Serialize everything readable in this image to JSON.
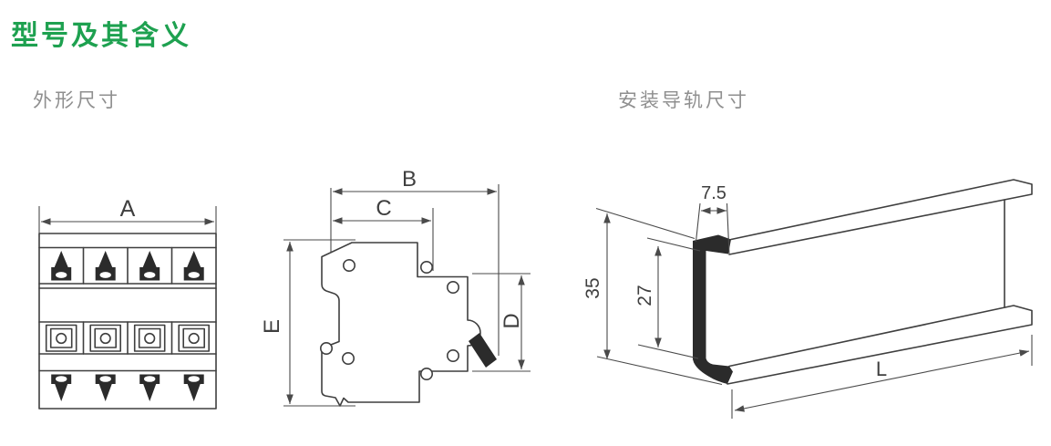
{
  "page": {
    "title": "型号及其含义",
    "section_left": "外形尺寸",
    "section_right": "安装导轨尺寸"
  },
  "dimensions": {
    "front_width": "A",
    "side_depth_overall": "B",
    "side_depth_body": "C",
    "side_pole_height": "D",
    "side_height_overall": "E",
    "rail_lip_depth": "7.5",
    "rail_height": "35",
    "rail_inner_height": "27",
    "rail_length": "L"
  },
  "colors": {
    "title_green": "#1EA150",
    "label_gray": "#8F8F8F",
    "line_dark": "#3F3F3F"
  }
}
